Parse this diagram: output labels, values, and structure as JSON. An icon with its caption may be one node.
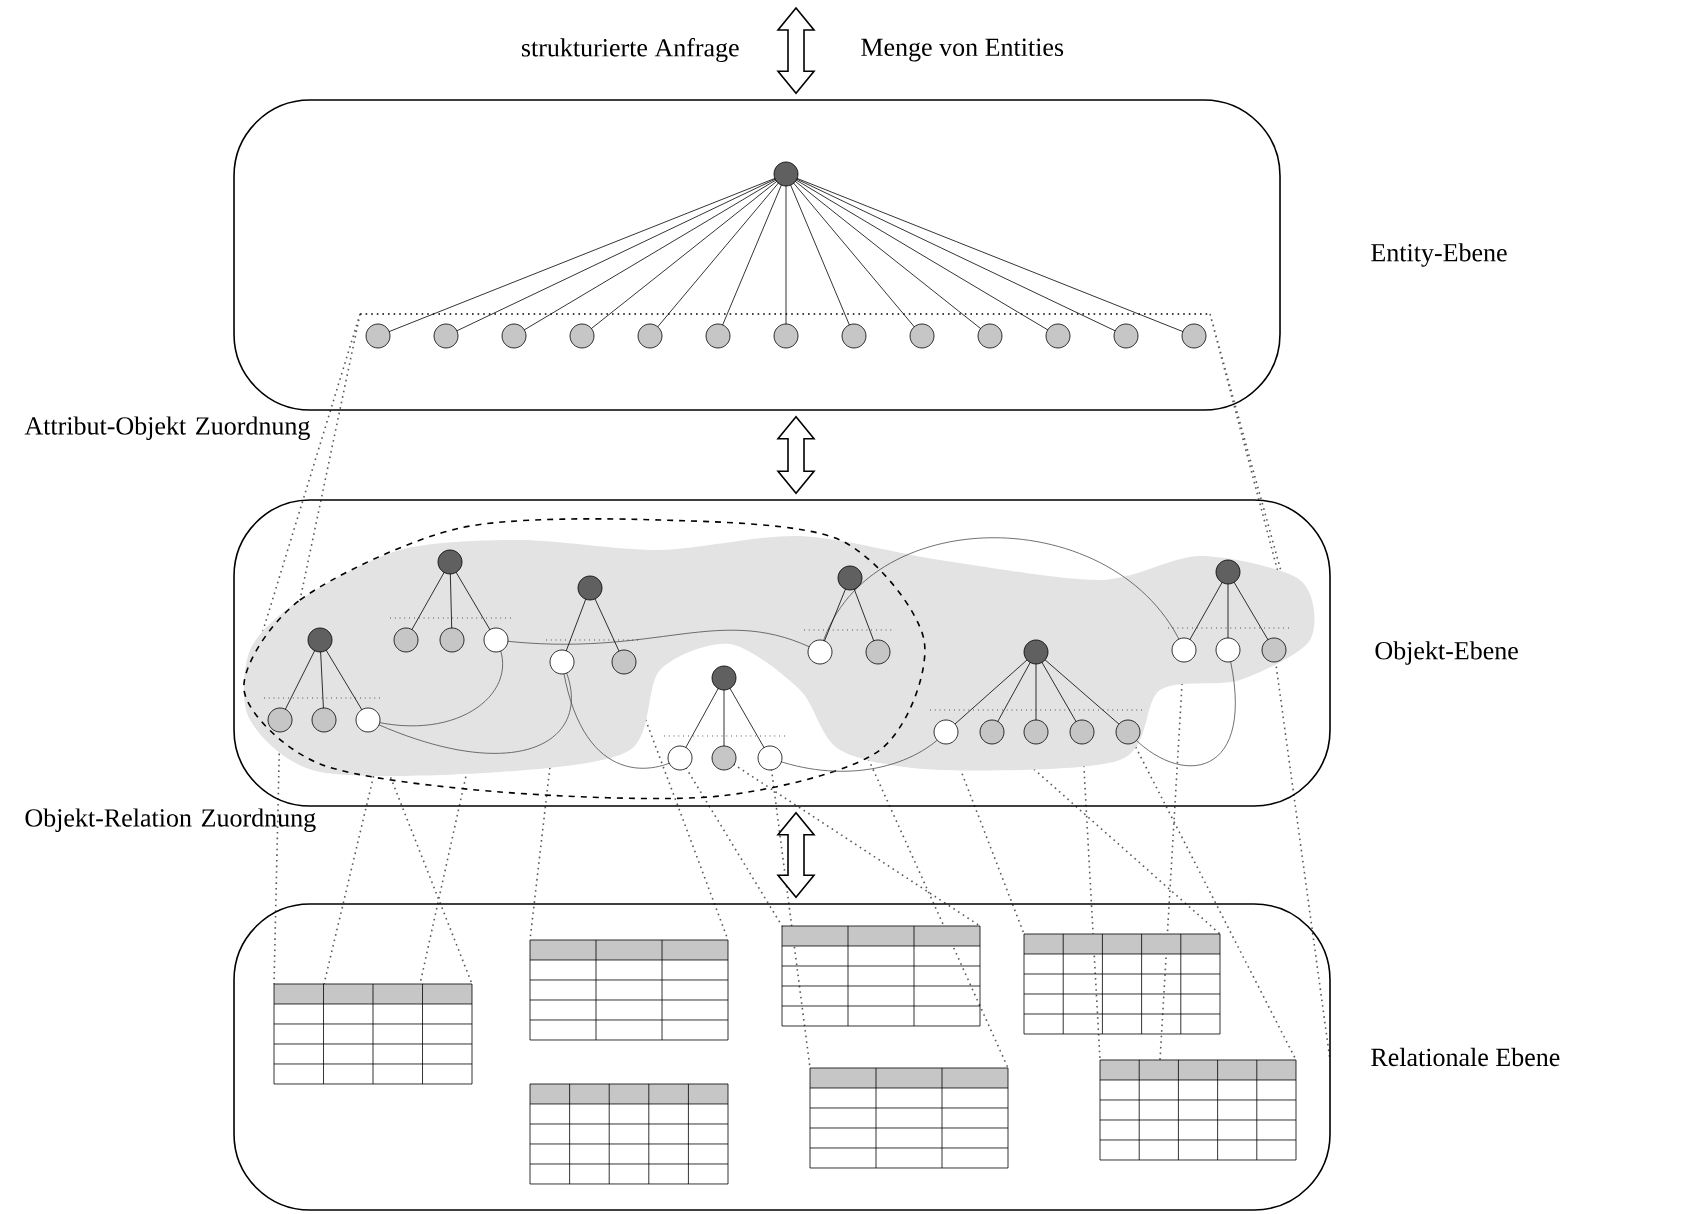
{
  "diagram": {
    "nodes": [
      {
        "text": [],
        "shape": "box",
        "beside": [
          "Entity-Ebene"
        ]
      },
      {
        "text": [],
        "shape": "box",
        "beside": [
          "Objekt-Ebene"
        ]
      },
      {
        "text": [],
        "shape": "box",
        "beside": [
          "Relationale Ebene"
        ]
      }
    ],
    "edges": [
      {
        "from": null,
        "to": 0,
        "arrow": "both"
      },
      {
        "from": 0,
        "to": 1,
        "arrow": "both"
      },
      {
        "from": 1,
        "to": 2,
        "arrow": "both"
      }
    ],
    "labels": [
      "strukturierte Anfrage",
      "Menge von Entities",
      "Attribut-Objekt Zuordnung",
      "Objekt-Relation Zuordnung"
    ]
  }
}
